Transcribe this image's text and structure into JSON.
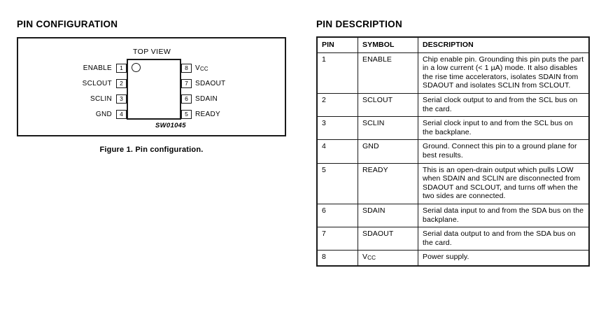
{
  "pin_configuration": {
    "heading": "PIN CONFIGURATION",
    "top_view_label": "TOP VIEW",
    "part_number": "SW01045",
    "figure_caption": "Figure 1.  Pin configuration.",
    "left_pins": [
      {
        "number": "1",
        "name": "ENABLE"
      },
      {
        "number": "2",
        "name": "SCLOUT"
      },
      {
        "number": "3",
        "name": "SCLIN"
      },
      {
        "number": "4",
        "name": "GND"
      }
    ],
    "right_pins": [
      {
        "number": "8",
        "name": "Vcc"
      },
      {
        "number": "7",
        "name": "SDAOUT"
      },
      {
        "number": "6",
        "name": "SDAIN"
      },
      {
        "number": "5",
        "name": "READY"
      }
    ]
  },
  "pin_description": {
    "heading": "PIN DESCRIPTION",
    "columns": [
      "PIN",
      "SYMBOL",
      "DESCRIPTION"
    ],
    "rows": [
      {
        "pin": "1",
        "symbol": "ENABLE",
        "description": "Chip enable pin. Grounding this pin puts the part in a low current (< 1 µA) mode. It also disables the rise time accelerators, isolates SDAIN from SDAOUT and isolates SCLIN from SCLOUT."
      },
      {
        "pin": "2",
        "symbol": "SCLOUT",
        "description": "Serial clock output to and from the SCL bus on the card."
      },
      {
        "pin": "3",
        "symbol": "SCLIN",
        "description": "Serial clock input to and from the SCL bus on the backplane."
      },
      {
        "pin": "4",
        "symbol": "GND",
        "description": "Ground. Connect this pin to a ground plane for best results."
      },
      {
        "pin": "5",
        "symbol": "READY",
        "description": "This is an open-drain output which pulls LOW when SDAIN and SCLIN are disconnected from SDAOUT and SCLOUT, and turns off when the two sides are connected."
      },
      {
        "pin": "6",
        "symbol": "SDAIN",
        "description": "Serial data input to and from the SDA bus on the backplane."
      },
      {
        "pin": "7",
        "symbol": "SDAOUT",
        "description": "Serial data output to and from the SDA bus on the card."
      },
      {
        "pin": "8",
        "symbol": "Vcc",
        "description": "Power supply."
      }
    ]
  },
  "colors": {
    "ink": "#1a1a1a",
    "page_background": "#ffffff"
  }
}
